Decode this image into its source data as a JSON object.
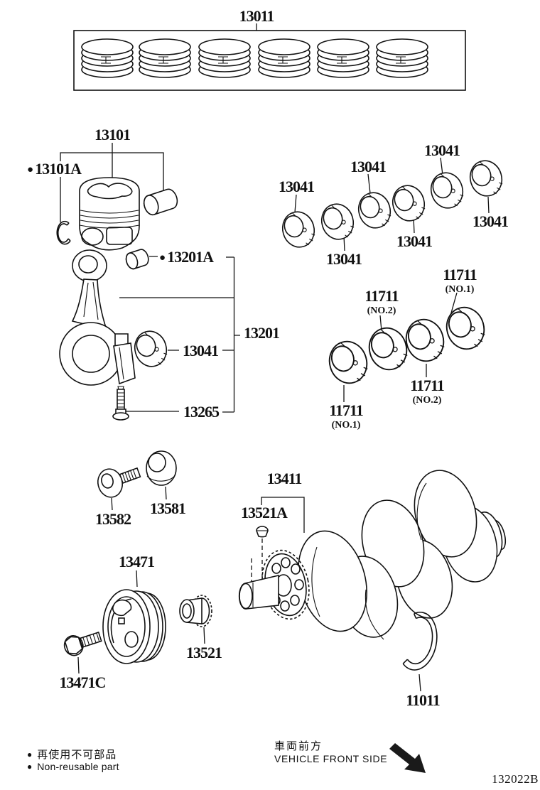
{
  "diagram": {
    "code": "132022B",
    "bullet": "●",
    "callouts": {
      "piston_ring_set": "13011",
      "piston": "13101",
      "piston_pin_snap_ring": "13101A",
      "connecting_rod_bushing": "13201A",
      "connecting_rod": "13201",
      "connecting_rod_bearing": "13041",
      "connecting_rod_bolt": "13265",
      "pulley_set_bolt": "13582",
      "pulley_spacer": "13581",
      "crankshaft_pulley": "13471",
      "crankshaft_pulley_bolt": "13471C",
      "crankshaft_timing_gear": "13521",
      "crankshaft_key": "13521A",
      "crankshaft": "13411",
      "crankshaft_thrust_washer": "11011"
    },
    "main_bearings": [
      "13041",
      "13041",
      "13041",
      "13041",
      "13041",
      "13041"
    ],
    "crankshaft_bearings": [
      {
        "label": "11711",
        "position": "(NO.1)"
      },
      {
        "label": "11711",
        "position": "(NO.2)"
      },
      {
        "label": "11711",
        "position": "(NO.2)"
      },
      {
        "label": "11711",
        "position": "(NO.1)"
      }
    ],
    "legend": {
      "jp": "再使用不可部品",
      "en": "Non-reusable part"
    },
    "front_side": {
      "jp": "車両前方",
      "en": "VEHICLE FRONT SIDE"
    }
  }
}
